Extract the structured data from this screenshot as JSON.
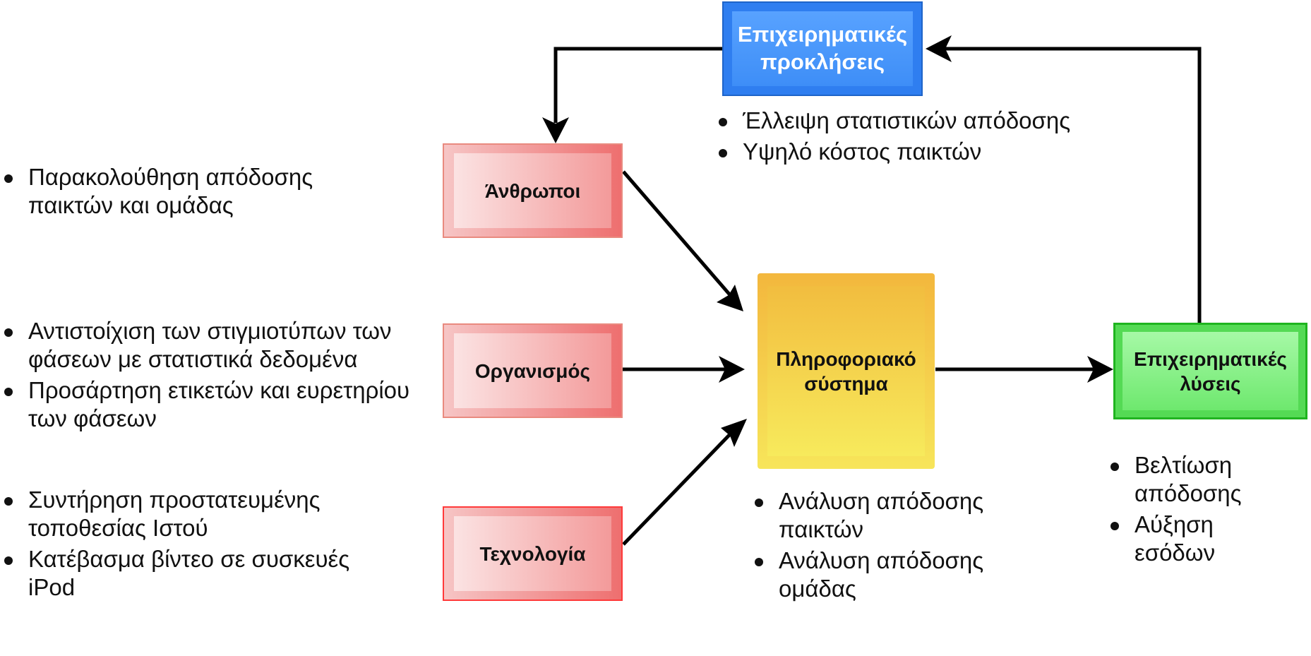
{
  "diagram": {
    "challenges": {
      "title_lines": [
        "Επιχειρηματικές",
        "προκλήσεις"
      ],
      "items": [
        "Έλλειψη στατιστικών απόδοσης",
        "Υψηλό κόστος παικτών"
      ]
    },
    "people": {
      "title": "Άνθρωποι",
      "items": [
        "Παρακολούθηση απόδοσης παικτών και ομάδας"
      ]
    },
    "organization": {
      "title": "Οργανισμός",
      "items": [
        "Αντιστοίχιση των στιγμιοτύπων των φάσεων με στατιστικά δεδομένα",
        "Προσάρτηση ετικετών και ευρετηρίου των φάσεων"
      ]
    },
    "technology": {
      "title": "Τεχνολογία",
      "items": [
        "Συντήρηση προστατευμένης τοποθεσίας Ιστού",
        "Κατέβασμα βίντεο σε συσκευές iPod"
      ]
    },
    "information_system": {
      "title_lines": [
        "Πληροφοριακό",
        "σύστημα"
      ],
      "items": [
        "Ανάλυση απόδοσης παικτών",
        "Ανάλυση απόδοσης ομάδας"
      ]
    },
    "solutions": {
      "title_lines": [
        "Επιχειρηματικές",
        "λύσεις"
      ],
      "items": [
        "Βελτίωση απόδοσης",
        "Αύξηση εσόδων"
      ]
    }
  },
  "colors": {
    "challenges": "#2f7ef0",
    "people_org_tech": "#ee6f6f",
    "information_system": "#f3b73d",
    "solutions": "#54da54",
    "arrows": "#000000"
  }
}
